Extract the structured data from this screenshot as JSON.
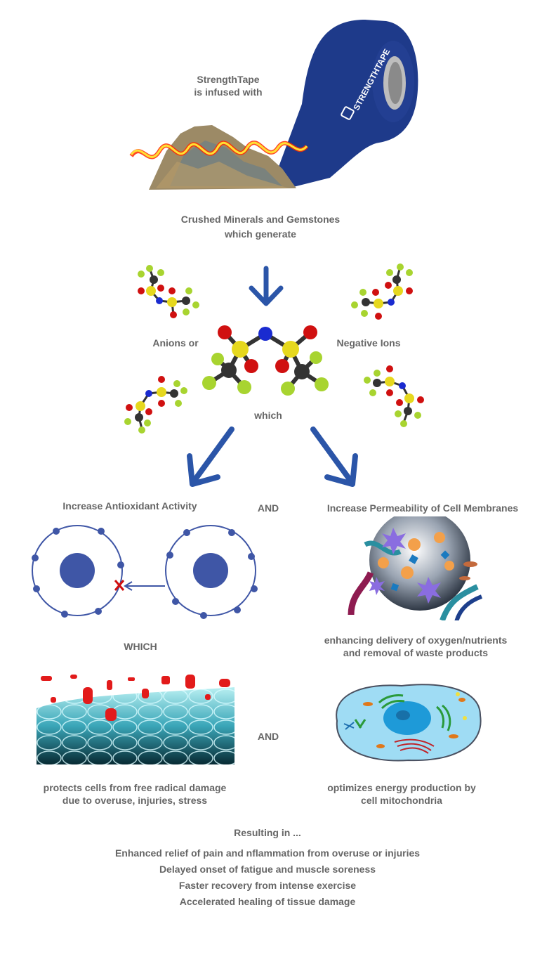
{
  "intro": {
    "line1": "StrengthTape",
    "line2": "is infused with"
  },
  "tape": {
    "brand": "STRENGTHTAPE",
    "color": "#1e3a8a"
  },
  "minerals": {
    "line1": "Crushed Minerals and Gemstones",
    "line2": "which generate"
  },
  "ions": {
    "left_label": "Anions or",
    "right_label": "Negative Ions",
    "which": "which"
  },
  "branches": {
    "left_title": "Increase Antioxidant Activity",
    "and1": "AND",
    "right_title": "Increase Permeability of Cell Membranes"
  },
  "middle": {
    "which_caps": "WHICH",
    "enhance_line1": "enhancing delivery of oxygen/nutrients",
    "enhance_line2": "and removal of waste products",
    "and2": "AND"
  },
  "outcomes": {
    "protect_line1": "protects cells from free radical damage",
    "protect_line2": "due to overuse, injuries, stress",
    "energy_line1": "optimizes energy production by",
    "energy_line2": "cell mitochondria"
  },
  "results": {
    "heading": "Resulting in ...",
    "items": [
      "Enhanced relief of pain and nflammation from overuse or injuries",
      "Delayed onset of fatigue and muscle soreness",
      "Faster recovery from intense exercise",
      "Accelerated healing of tissue damage"
    ]
  },
  "colors": {
    "arrow": "#2b55a8",
    "text": "#666666",
    "sulfur": "#e6d81e",
    "oxygen": "#d01010",
    "nitrogen": "#1a2bd0",
    "carbon": "#333333",
    "fluorine": "#a8d430",
    "nucleus": "#3f56a6"
  }
}
